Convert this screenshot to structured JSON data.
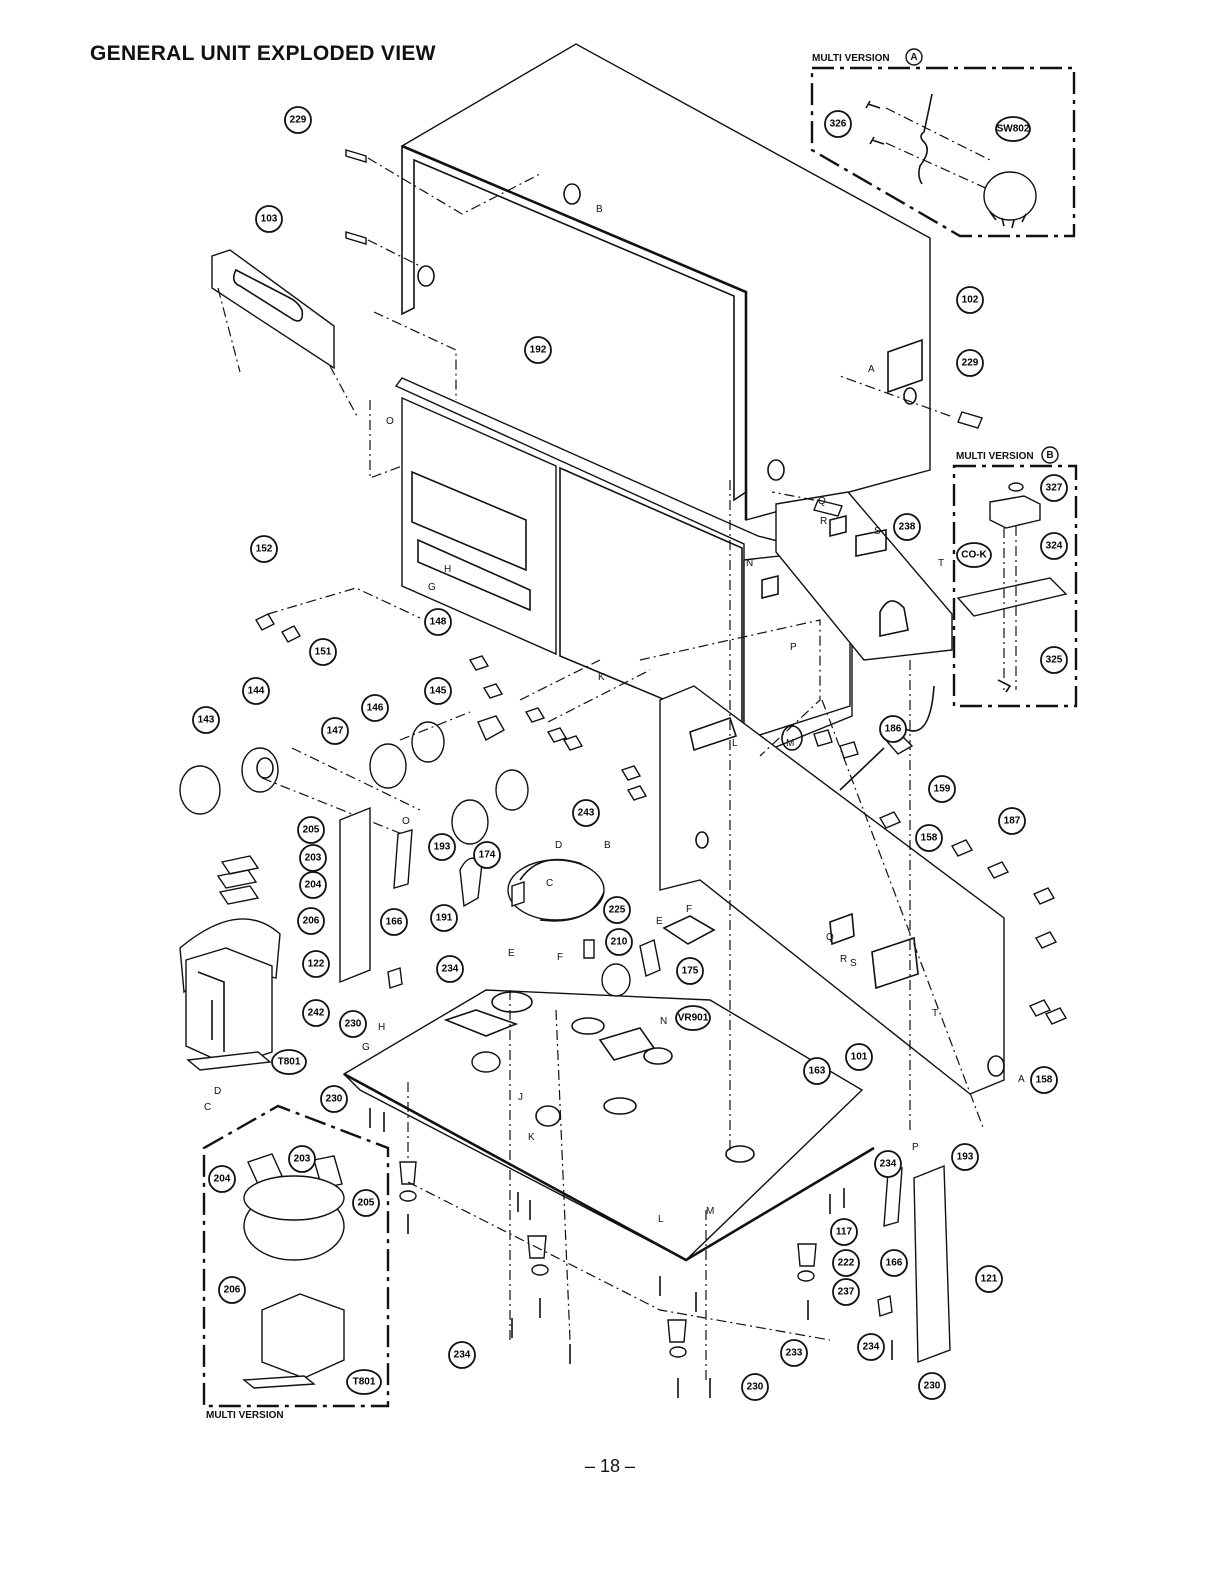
{
  "title": "GENERAL UNIT EXPLODED VIEW",
  "page_number": "– 18 –",
  "insets": {
    "multi_a": {
      "label": "MULTI VERSION",
      "badge": "A"
    },
    "multi_b": {
      "label": "MULTI VERSION",
      "badge": "B"
    },
    "multi_bottom": {
      "label": "MULTI VERSION"
    }
  },
  "callouts": [
    {
      "id": "229"
    },
    {
      "id": "103"
    },
    {
      "id": "102"
    },
    {
      "id": "192"
    },
    {
      "id": "229"
    },
    {
      "id": "326"
    },
    {
      "id": "SW802"
    },
    {
      "id": "327"
    },
    {
      "id": "324"
    },
    {
      "id": "CO-K"
    },
    {
      "id": "325"
    },
    {
      "id": "238"
    },
    {
      "id": "152"
    },
    {
      "id": "151"
    },
    {
      "id": "148"
    },
    {
      "id": "144"
    },
    {
      "id": "143"
    },
    {
      "id": "145"
    },
    {
      "id": "146"
    },
    {
      "id": "147"
    },
    {
      "id": "186"
    },
    {
      "id": "159"
    },
    {
      "id": "158"
    },
    {
      "id": "187"
    },
    {
      "id": "243"
    },
    {
      "id": "174"
    },
    {
      "id": "205"
    },
    {
      "id": "203"
    },
    {
      "id": "204"
    },
    {
      "id": "193"
    },
    {
      "id": "206"
    },
    {
      "id": "191"
    },
    {
      "id": "225"
    },
    {
      "id": "210"
    },
    {
      "id": "166"
    },
    {
      "id": "122"
    },
    {
      "id": "234"
    },
    {
      "id": "242"
    },
    {
      "id": "175"
    },
    {
      "id": "VR901"
    },
    {
      "id": "230"
    },
    {
      "id": "T801"
    },
    {
      "id": "101"
    },
    {
      "id": "163"
    },
    {
      "id": "158"
    },
    {
      "id": "230"
    },
    {
      "id": "234"
    },
    {
      "id": "193"
    },
    {
      "id": "204"
    },
    {
      "id": "203"
    },
    {
      "id": "205"
    },
    {
      "id": "117"
    },
    {
      "id": "222"
    },
    {
      "id": "166"
    },
    {
      "id": "121"
    },
    {
      "id": "237"
    },
    {
      "id": "206"
    },
    {
      "id": "233"
    },
    {
      "id": "234"
    },
    {
      "id": "234"
    },
    {
      "id": "230"
    },
    {
      "id": "230"
    },
    {
      "id": "T801"
    }
  ],
  "ref_letters": [
    "A",
    "B",
    "C",
    "D",
    "E",
    "F",
    "G",
    "H",
    "J",
    "K",
    "L",
    "M",
    "N",
    "O",
    "P",
    "Q",
    "R",
    "S",
    "T"
  ]
}
